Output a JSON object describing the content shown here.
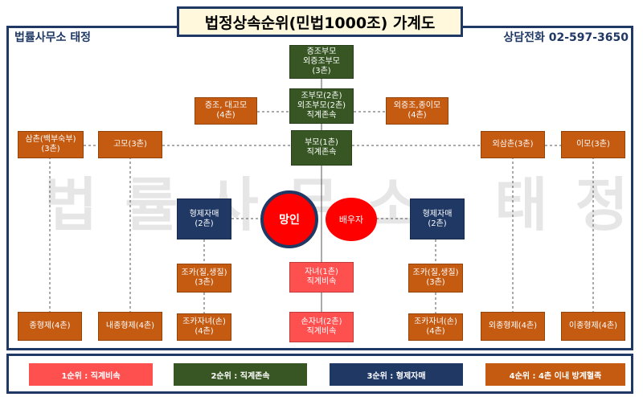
{
  "title": "법정상속순위(민법1000조) 가계도",
  "office": "법률사무소 태정",
  "phone": "상담전화 02-597-3650",
  "watermark": "법률사무소 태정",
  "colors": {
    "rank1": "#ff5050",
    "rank2": "#375623",
    "rank3": "#1f3864",
    "rank4": "#c55a11",
    "frame": "#1f3864"
  },
  "nodes": {
    "great_grandparents": [
      "증조부모",
      "외증조부모",
      "(3촌)"
    ],
    "grandparents": [
      "조부모(2촌)",
      "외조부모(2촌)",
      "직계존속"
    ],
    "great_uncle_left": [
      "증조, 대고모",
      "(4촌)"
    ],
    "great_uncle_right": [
      "외증조,종이모",
      "(4촌)"
    ],
    "uncle_paternal": [
      "삼촌(백부숙부)",
      "(3촌)"
    ],
    "aunt_paternal": [
      "고모(3촌)"
    ],
    "parents": [
      "부모(1촌)",
      "직계존속"
    ],
    "uncle_maternal": [
      "외삼촌(3촌)"
    ],
    "aunt_maternal": [
      "이모(3촌)"
    ],
    "siblings_left": [
      "형제자매",
      "(2촌)"
    ],
    "deceased": "망인",
    "spouse": "배우자",
    "siblings_right": [
      "형제자매",
      "(2촌)"
    ],
    "nephew_left": [
      "조카(질,생질)",
      "(3촌)"
    ],
    "children": [
      "자녀(1촌)",
      "직계비속"
    ],
    "nephew_right": [
      "조카(질,생질)",
      "(3촌)"
    ],
    "cousin_1": [
      "종형제(4촌)"
    ],
    "cousin_2": [
      "내종형제(4촌)"
    ],
    "grandnephew_left": [
      "조카자녀(손)",
      "(4촌)"
    ],
    "grandchildren": [
      "손자녀(2촌)",
      "직계비속"
    ],
    "grandnephew_right": [
      "조카자녀(손)",
      "(4촌)"
    ],
    "cousin_3": [
      "외종형제(4촌)"
    ],
    "cousin_4": [
      "이종형제(4촌)"
    ]
  },
  "legend": [
    {
      "label": "1순위 : 직계비속",
      "color": "#ff5050"
    },
    {
      "label": "2순위 : 직계존속",
      "color": "#375623"
    },
    {
      "label": "3순위 : 형제자매",
      "color": "#1f3864"
    },
    {
      "label": "4순위 : 4촌 이내 방계혈족",
      "color": "#c55a11"
    }
  ]
}
